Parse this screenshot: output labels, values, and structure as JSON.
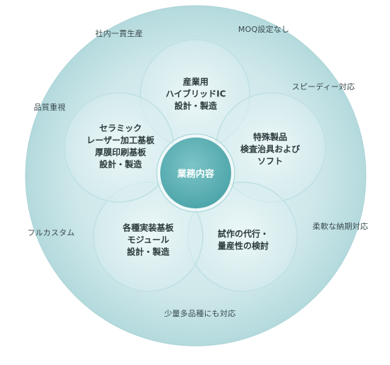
{
  "center": {
    "label": "業務内容"
  },
  "outer_labels": {
    "in_house": "社内一貫生産",
    "no_moq": "MOQ設定なし",
    "speedy": "スピーディー対応",
    "quality": "品質重視",
    "full_custom": "フルカスタム",
    "flexible_delivery": "柔軟な納期対応",
    "small_lot": "少量多品種にも対応"
  },
  "petals": {
    "hybrid_ic": {
      "lines": [
        "産業用",
        "ハイブリッドIC",
        "設計・製造"
      ]
    },
    "special_products": {
      "lines": [
        "特殊製品",
        "検査治具および",
        "ソフト"
      ]
    },
    "prototype": {
      "lines": [
        "試作の代行・",
        "量産性の検討"
      ]
    },
    "module": {
      "lines": [
        "各種実装基板",
        "モジュール",
        "設計・製造"
      ]
    },
    "ceramic": {
      "lines": [
        "セラミック",
        "レーザー加工基板",
        "厚膜印刷基板",
        "設計・製造"
      ]
    }
  },
  "colors": {
    "outer_fill": "#cfe8ea",
    "outer_edge": "#a9d3d6",
    "petal_fill": "#e9f5f6",
    "petal_stroke": "#bfe0e2",
    "center_fill": "#5fb2b6",
    "center_ring": "#9fd2d5"
  }
}
